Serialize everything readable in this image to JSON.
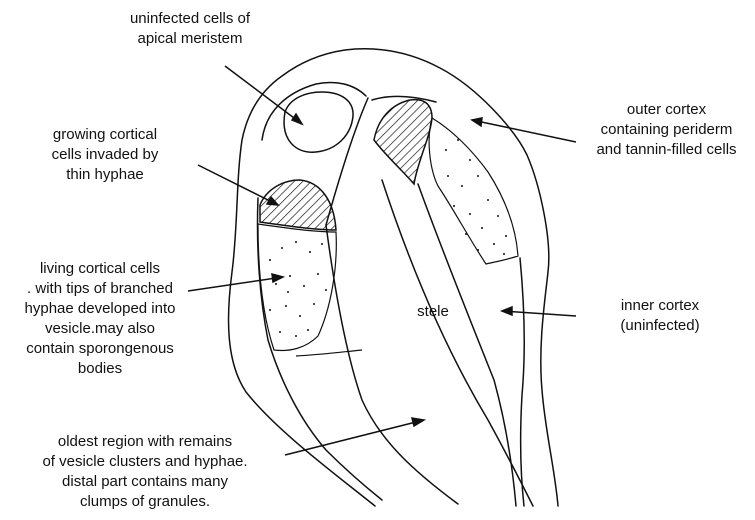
{
  "labels": {
    "apical_meristem": [
      "uninfected cells of",
      "apical meristem"
    ],
    "growing_cortical": [
      "growing cortical",
      "cells invaded by",
      "thin hyphae"
    ],
    "living_cortical": [
      "living cortical cells",
      ". with tips of branched",
      "hyphae developed into",
      "vesicle.may also",
      "contain sporongenous",
      "bodies"
    ],
    "oldest_region": [
      "oldest region with remains",
      "of vesicle clusters and hyphae.",
      "distal part contains many",
      "clumps of granules."
    ],
    "outer_cortex": [
      "outer cortex",
      "containing periderm",
      "and tannin-filled cells"
    ],
    "inner_cortex": [
      "inner cortex",
      "(uninfected)"
    ],
    "stele": "stele"
  }
}
